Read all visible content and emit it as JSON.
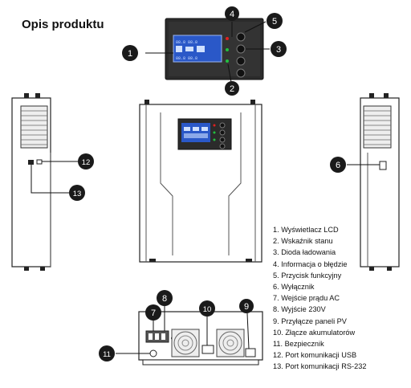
{
  "title": "Opis produktu",
  "callouts": [
    "1",
    "2",
    "3",
    "4",
    "5",
    "6",
    "7",
    "8",
    "9",
    "10",
    "11",
    "12",
    "13"
  ],
  "legend": [
    "1. Wyświetlacz LCD",
    "2. Wskaźnik stanu",
    "3. Dioda ładowania",
    "4. Informacja o błędzie",
    "5. Przycisk funkcyjny",
    "6. Wyłącznik",
    "7. Wejście prądu AC",
    "8. Wyjście 230V",
    "9. Przyłącze paneli PV",
    "10. Złącze akumulatorów",
    "11. Bezpiecznik",
    "12. Port komunikacji USB",
    "13. Port komunikacji RS-232"
  ],
  "colors": {
    "panel": "#2b2b2b",
    "lcd": "#2a58c8",
    "lcd_text": "#cfe0ff",
    "callout": "#1a1a1a",
    "led_red": "#e02020",
    "led_green": "#22c040"
  }
}
